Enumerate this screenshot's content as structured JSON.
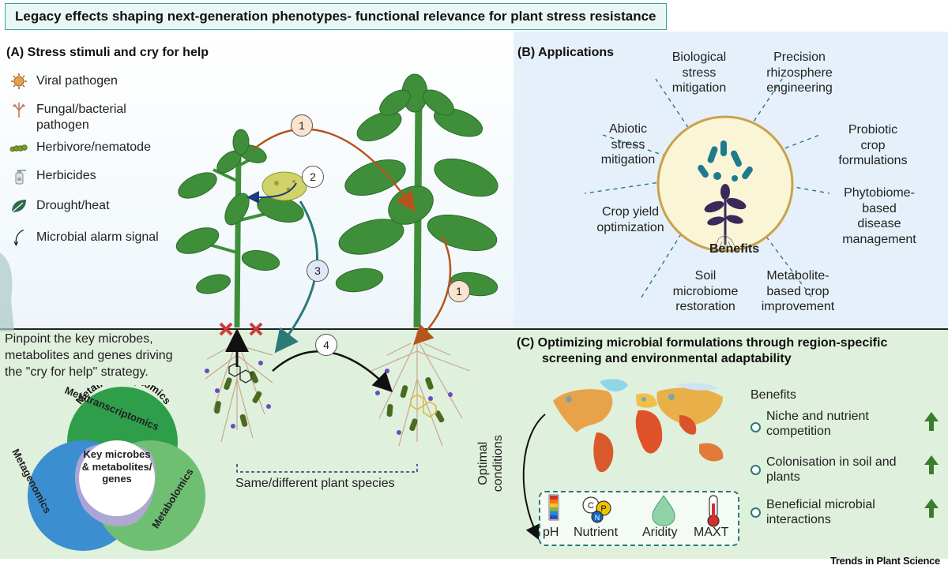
{
  "title": "Legacy effects shaping next-generation phenotypes- functional relevance for plant stress resistance",
  "panel_a": {
    "heading": "(A) Stress stimuli and cry for help",
    "legend": [
      {
        "icon": "virus-icon",
        "label": "Viral pathogen"
      },
      {
        "icon": "fungus-icon",
        "label": "Fungal/bacterial"
      },
      {
        "icon": "fungus-icon-cont",
        "label": "pathogen"
      },
      {
        "icon": "caterpillar-icon",
        "label": "Herbivore/nematode"
      },
      {
        "icon": "spray-bottle-icon",
        "label": "Herbicides"
      },
      {
        "icon": "leaf-drought-icon",
        "label": "Drought/heat"
      },
      {
        "icon": "alarm-arrow-icon",
        "label": "Microbial alarm signal"
      }
    ],
    "steps": [
      "1",
      "2",
      "3",
      "1",
      "4"
    ],
    "pinpoint_text": [
      "Pinpoint the key microbes,",
      "metabolites and genes driving",
      "the \"cry for help\" strategy."
    ],
    "venn": {
      "top": "Metatranscriptomics",
      "left": "Metagenomics",
      "right": "Metabolomics",
      "center": [
        "Key microbes",
        "& metabolites/",
        "genes"
      ]
    },
    "species_label": "Same/different plant species"
  },
  "panel_b": {
    "heading": "(B) Applications",
    "center_label": "Benefits",
    "applications": [
      [
        "Biological",
        "stress",
        "mitigation"
      ],
      [
        "Precision",
        "rhizosphere",
        "engineering"
      ],
      [
        "Probiotic",
        "crop",
        "formulations"
      ],
      [
        "Phytobiome-",
        "based",
        "disease",
        "management"
      ],
      [
        "Metabolite-",
        "based crop",
        "improvement"
      ],
      [
        "Soil",
        "microbiome",
        "restoration"
      ],
      [
        "Crop yield",
        "optimization"
      ],
      [
        "Abiotic",
        "stress",
        "mitigation"
      ]
    ]
  },
  "panel_c": {
    "heading_line1": "(C) Optimizing microbial formulations through region-specific",
    "heading_line2": "screening and environmental adaptability",
    "optimal_label": [
      "Optimal",
      "conditions"
    ],
    "conditions": [
      "pH",
      "Nutrient",
      "Aridity",
      "MAXT"
    ],
    "nutrient_letters": [
      "C",
      "P",
      "N"
    ],
    "benefits_heading": "Benefits",
    "benefits": [
      [
        "Niche and nutrient",
        "competition"
      ],
      [
        "Colonisation in soil and",
        "plants"
      ],
      [
        "Beneficial microbial",
        "interactions"
      ]
    ]
  },
  "footer": "Trends in Plant Science",
  "colors": {
    "accent_teal": "#2a7a78",
    "soil_green": "#dff0dc",
    "panel_blue": "#e6f0fa",
    "step_arrow_orange": "#b5541b",
    "step_circle_fill": "#fbe3cf",
    "step3_fill": "#dfe6f6",
    "leaf_green": "#3f8f3a",
    "venn_green": "#2e9e4a",
    "venn_blue": "#3b8ed0",
    "venn_lightgreen": "#6fbf73",
    "venn_center": "#b7a6d9"
  }
}
